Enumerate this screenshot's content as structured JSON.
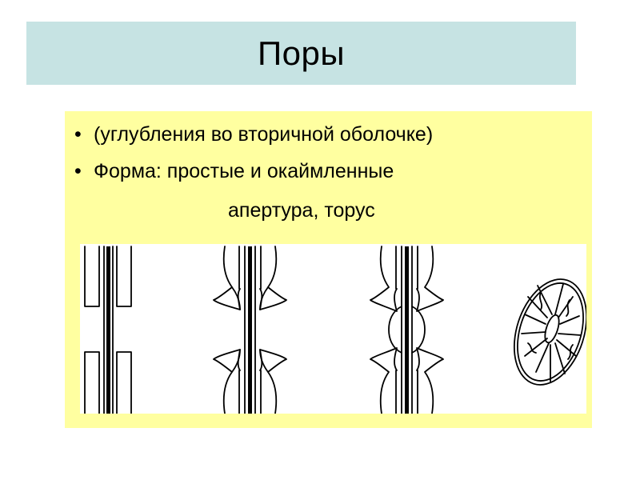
{
  "slide": {
    "title": "Поры",
    "bullets": [
      "(углубления во вторичной оболочке)",
      "Форма: простые и окаймленные"
    ],
    "bullet_symbol": "•",
    "subline": "апертура,  торус"
  },
  "colors": {
    "title_bg": "#c6e3e3",
    "content_bg": "#ffffa0",
    "ink": "#000000"
  }
}
